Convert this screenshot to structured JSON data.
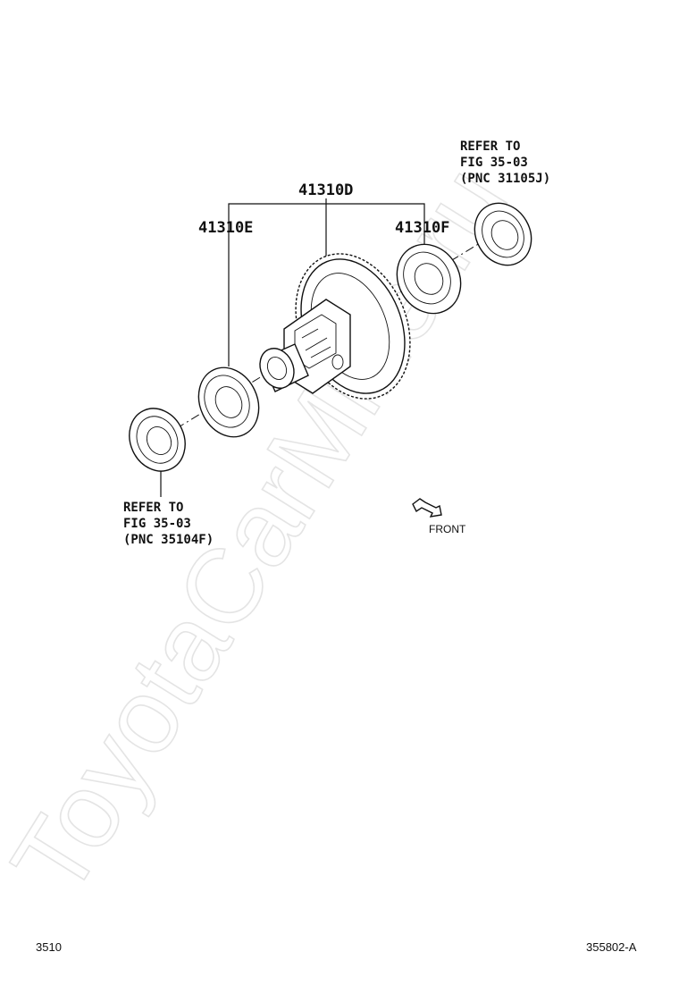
{
  "watermark": "ToyotaCarMine.ru",
  "callouts": {
    "top_center": "41310D",
    "left": "41310E",
    "right": "41310F"
  },
  "refer_right": {
    "line1": "REFER TO",
    "line2": "FIG 35-03",
    "line3": "(PNC 31105J)"
  },
  "refer_left": {
    "line1": "REFER TO",
    "line2": "FIG 35-03",
    "line3": "(PNC 35104F)"
  },
  "front_label": "FRONT",
  "footer": {
    "left_code": "3510",
    "right_code": "355802-A"
  },
  "icons": {
    "front_arrow": "front-arrow-icon"
  }
}
